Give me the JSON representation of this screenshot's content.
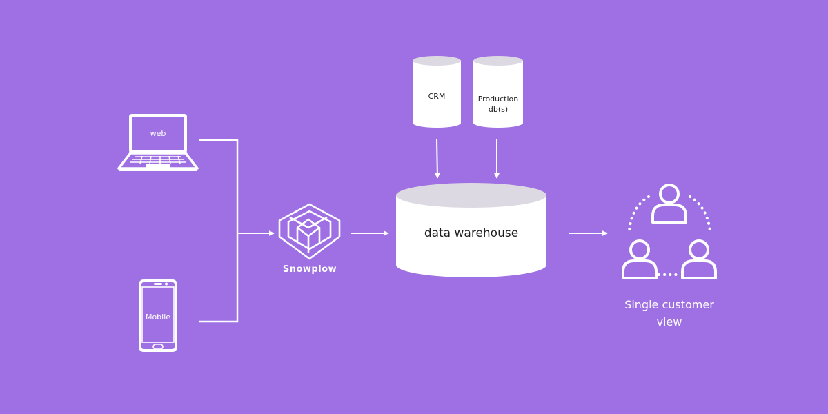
{
  "colors": {
    "background": "#9f70e3",
    "foreground": "#ffffff",
    "cylinder_top": "#ddd9e2",
    "text_dark": "#1f1f1f"
  },
  "sources": {
    "web": {
      "label": "web",
      "icon": "laptop-icon"
    },
    "mobile": {
      "label": "Mobile",
      "icon": "mobile-phone-icon"
    }
  },
  "pipeline": {
    "label": "Snowplow",
    "icon": "snowplow-logo-icon"
  },
  "databases": {
    "crm": {
      "label": "CRM"
    },
    "production": {
      "label_line1": "Production",
      "label_line2": "db(s)"
    }
  },
  "warehouse": {
    "label": "data warehouse"
  },
  "output": {
    "label_line1": "Single customer",
    "label_line2": "view",
    "icon": "customer-group-icon"
  }
}
